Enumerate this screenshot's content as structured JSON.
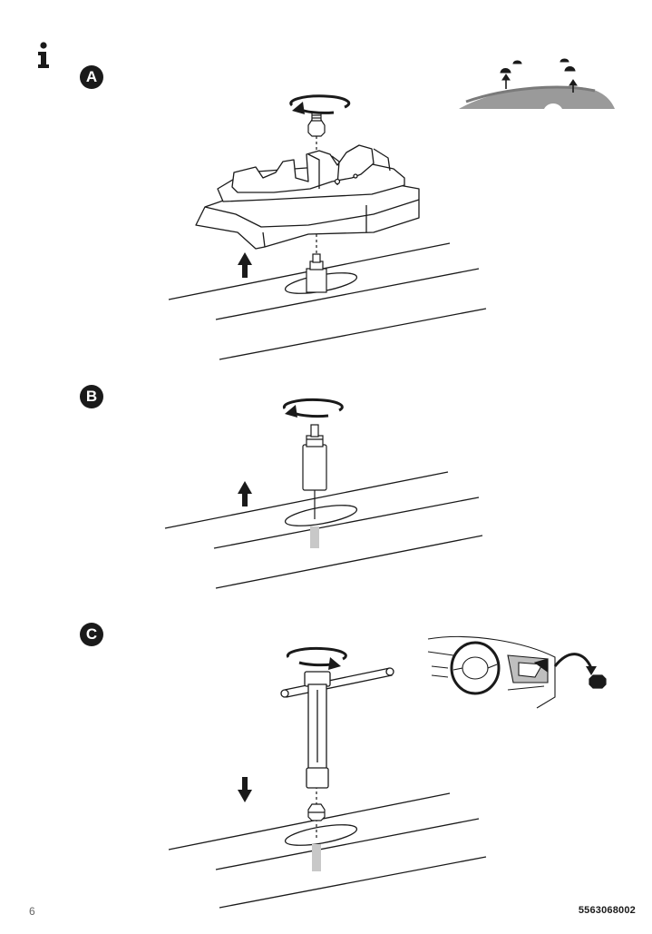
{
  "page": {
    "number": "6",
    "document_code": "5563068002"
  },
  "steps": [
    {
      "label": "A"
    },
    {
      "label": "B"
    },
    {
      "label": "C"
    }
  ],
  "icons": {
    "info": "info-icon",
    "rotate": "rotate-arrow-icon",
    "up": "arrow-up-icon",
    "down": "arrow-down-icon"
  },
  "colors": {
    "ink": "#1a1a1a",
    "roof_gray": "#9a9a9a",
    "stud_gray": "#c8c8c8"
  }
}
